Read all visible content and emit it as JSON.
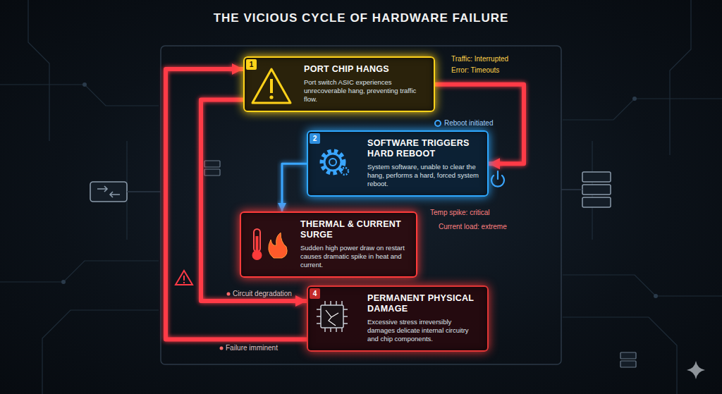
{
  "diagram": {
    "title": "THE VICIOUS CYCLE OF HARDWARE FAILURE",
    "nodes": [
      {
        "text": [
          "PORT CHIP HANGS",
          "Port switch ASIC experiences unrecoverable hang, preventing traffic flow."
        ]
      },
      {
        "text": [
          "SOFTWARE TRIGGERS HARD REBOOT",
          "System software, unable to clear the hang, performs a hard, forced system reboot."
        ]
      },
      {
        "text": [
          "THERMAL & CURRENT SURGE",
          "Sudden high power draw on restart causes dramatic spike in heat and current."
        ]
      },
      {
        "text": [
          "PERMANENT PHYSICAL DAMAGE",
          "Excessive stress irreversibly damages delicate internal circuitry and chip components."
        ]
      }
    ],
    "edges": [
      {
        "from": 0,
        "to": 1,
        "arrow": "to"
      },
      {
        "from": 1,
        "to": 2,
        "arrow": "to"
      },
      {
        "from": 2,
        "to": 3,
        "arrow": "to"
      },
      {
        "from": 3,
        "to": 0,
        "arrow": "to"
      },
      {
        "from": 0,
        "to": 3,
        "arrow": "to"
      }
    ],
    "labels": [
      "1",
      "2",
      "4",
      "Traffic: Interrupted",
      "Error: Timeouts",
      "Reboot initiated",
      "Temp spike: critical",
      "Current load: extreme",
      "Circuit degradation",
      "Failure imminent"
    ]
  }
}
